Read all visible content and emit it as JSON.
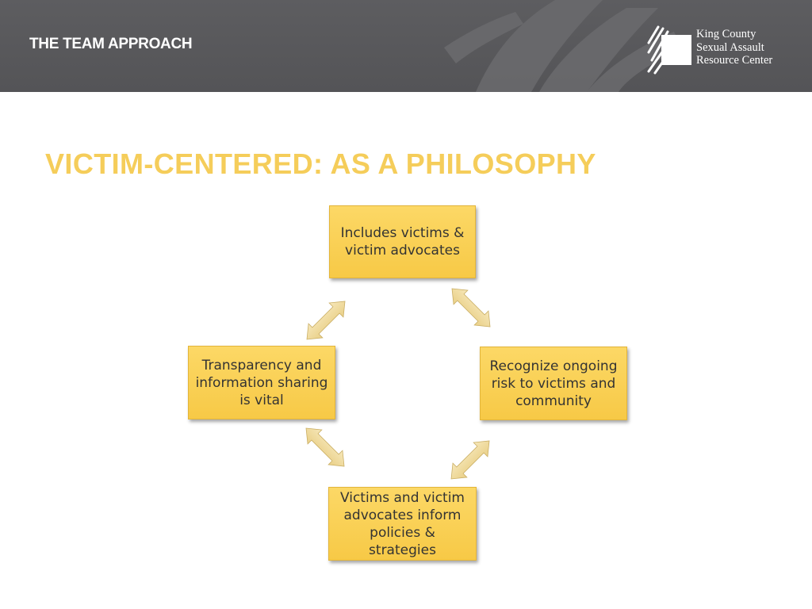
{
  "header": {
    "title": "THE TEAM APPROACH",
    "logo": {
      "icon": "kcsarc-logo-mark",
      "lines": [
        "King County",
        "Sexual Assault",
        "Resource Center"
      ]
    }
  },
  "slide": {
    "title": "VICTIM-CENTERED: AS A PHILOSOPHY"
  },
  "diagram": {
    "type": "cycle",
    "nodes": [
      {
        "id": "top",
        "text": "Includes victims &\nvictim advocates"
      },
      {
        "id": "right",
        "text": "Recognize ongoing\nrisk to victims and\ncommunity"
      },
      {
        "id": "bottom",
        "text": "Victims and victim\nadvocates inform\npolicies & strategies"
      },
      {
        "id": "left",
        "text": "Transparency and\ninformation sharing\nis vital"
      }
    ],
    "connectors": [
      {
        "from": "top",
        "to": "right",
        "style": "double-arrow"
      },
      {
        "from": "right",
        "to": "bottom",
        "style": "double-arrow"
      },
      {
        "from": "bottom",
        "to": "left",
        "style": "double-arrow"
      },
      {
        "from": "left",
        "to": "top",
        "style": "double-arrow"
      }
    ],
    "colors": {
      "node_fill": "#f9cf52",
      "arrow_fill": "#f2dfa6",
      "title": "#f5cd5a",
      "header": "#58585b"
    }
  }
}
